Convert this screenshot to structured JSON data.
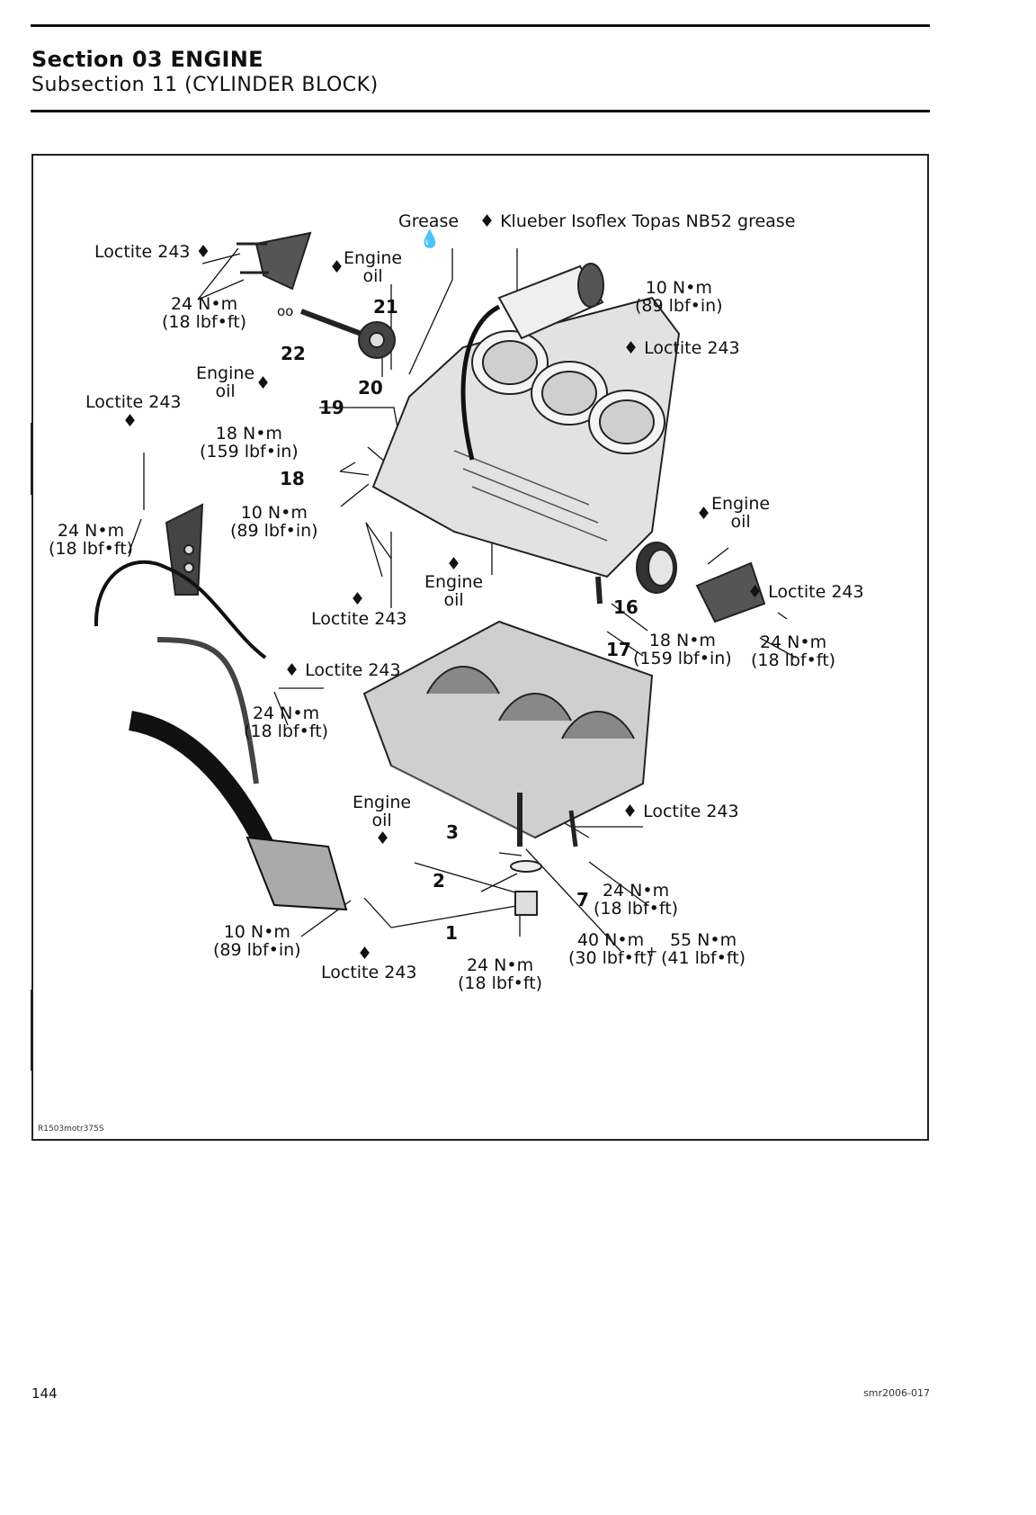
{
  "header": {
    "section": "Section 03 ENGINE",
    "subsection": "Subsection 11 (CYLINDER BLOCK)"
  },
  "callouts": {
    "grease": "Grease",
    "klueber": "Klueber Isoflex Topas NB52 grease",
    "loctite_top_left": "Loctite 243",
    "engine_oil_top": "Engine",
    "engine_oil_top_2": "oil",
    "torque_24_top_1": "24 N•m",
    "torque_24_top_2": "(18 lbf•ft)",
    "torque_10_top_1": "10 N•m",
    "torque_10_top_2": "(89 lbf•in)",
    "loctite_starter": "Loctite 243",
    "engine_oil_mid_1": "Engine",
    "engine_oil_mid_2": "oil",
    "loctite_left": "Loctite 243",
    "torque_18_left_1": "18 N•m",
    "torque_18_left_2": "(159 lbf•in)",
    "torque_10_mid_1": "10 N•m",
    "torque_10_mid_2": "(89 lbf•in)",
    "torque_24_left_1": "24 N•m",
    "torque_24_left_2": "(18 lbf•ft)",
    "loctite_mid": "Loctite 243",
    "engine_oil_center_1": "Engine",
    "engine_oil_center_2": "oil",
    "engine_oil_right_1": "Engine",
    "engine_oil_right_2": "oil",
    "loctite_right": "Loctite 243",
    "torque_18_right_1": "18 N•m",
    "torque_18_right_2": "(159 lbf•in)",
    "torque_24_right_1": "24 N•m",
    "torque_24_right_2": "(18 lbf•ft)",
    "loctite_pump": "Loctite 243",
    "torque_24_pump_1": "24 N•m",
    "torque_24_pump_2": "(18 lbf•ft)",
    "engine_oil_lower_1": "Engine",
    "engine_oil_lower_2": "oil",
    "loctite_bolts": "Loctite 243",
    "torque_24_bolt7_1": "24 N•m",
    "torque_24_bolt7_2": "(18 lbf•ft)",
    "torque_40_1": "40 N•m",
    "torque_40_2": "(30 lbf•ft)",
    "plus": "+",
    "torque_55_1": "55 N•m",
    "torque_55_2": "(41 lbf•ft)",
    "torque_10_low_1": "10 N•m",
    "torque_10_low_2": "(89 lbf•in)",
    "loctite_low": "Loctite 243",
    "torque_24_low_1": "24 N•m",
    "torque_24_low_2": "(18 lbf•ft)"
  },
  "part_numbers": [
    "22",
    "21",
    "20",
    "19",
    "18",
    "16",
    "17",
    "3",
    "2",
    "1",
    "7"
  ],
  "figure_ref": "R1503motr375S",
  "footer": {
    "page": "144",
    "doc_id": "smr2006-017"
  }
}
